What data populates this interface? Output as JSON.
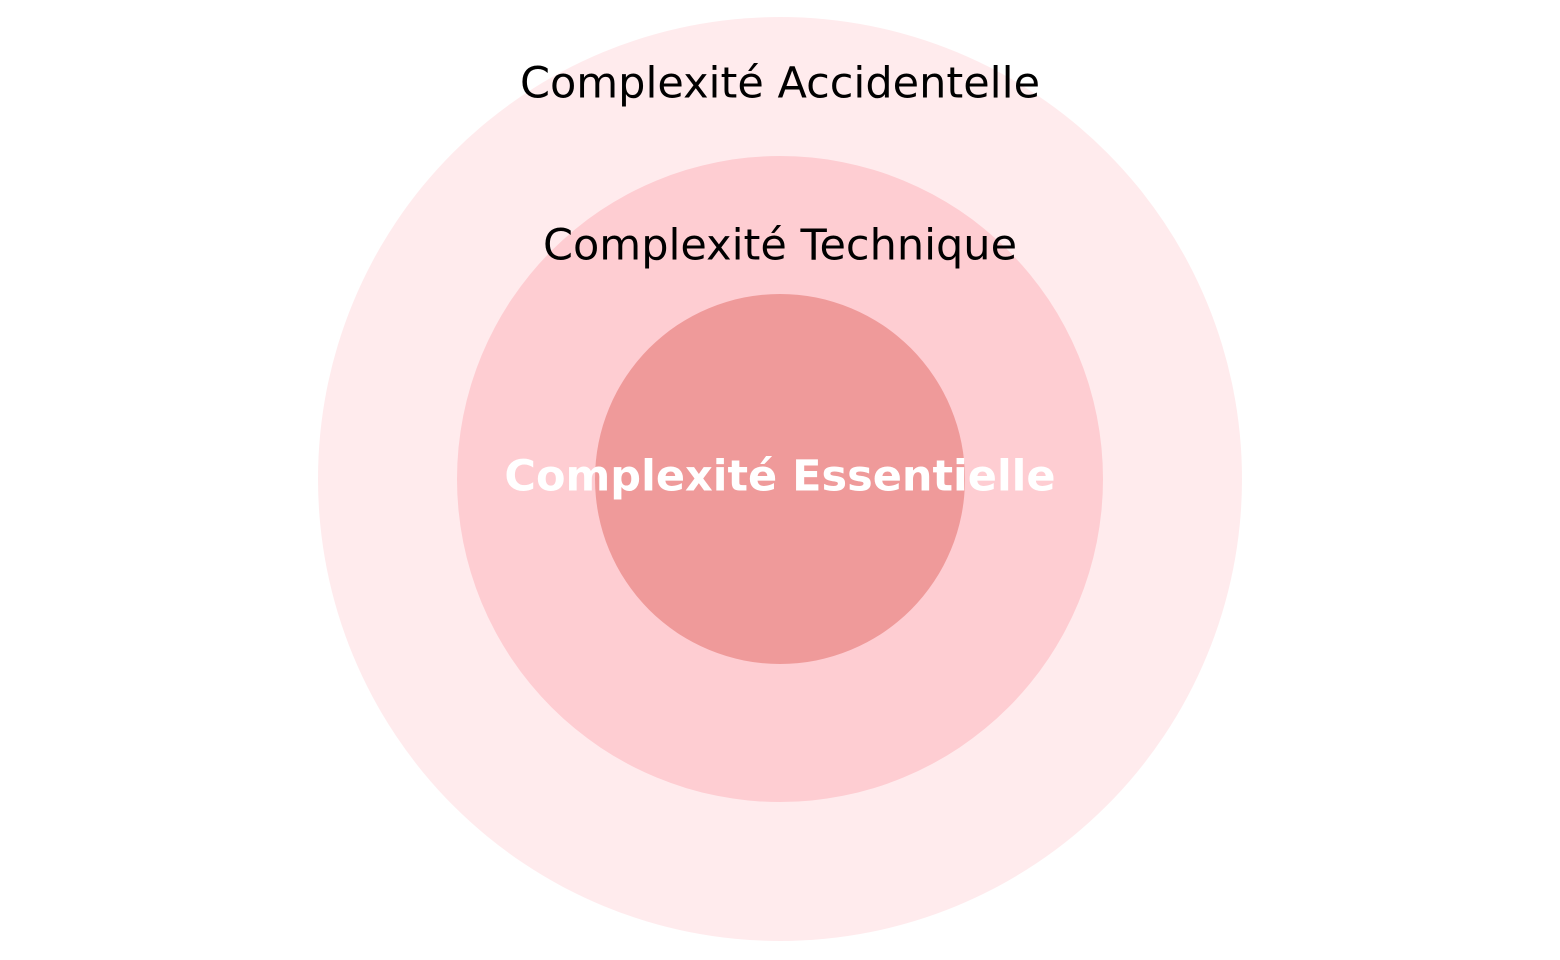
{
  "diagram": {
    "rings": {
      "outer": {
        "label": "Complexité Accidentelle",
        "fill": "#ffebed"
      },
      "middle": {
        "label": "Complexité Technique",
        "fill": "#fecdd2"
      },
      "inner": {
        "label": "Complexité Essentielle",
        "fill": "#ef9a9a",
        "label_color": "#ffffff"
      }
    }
  }
}
